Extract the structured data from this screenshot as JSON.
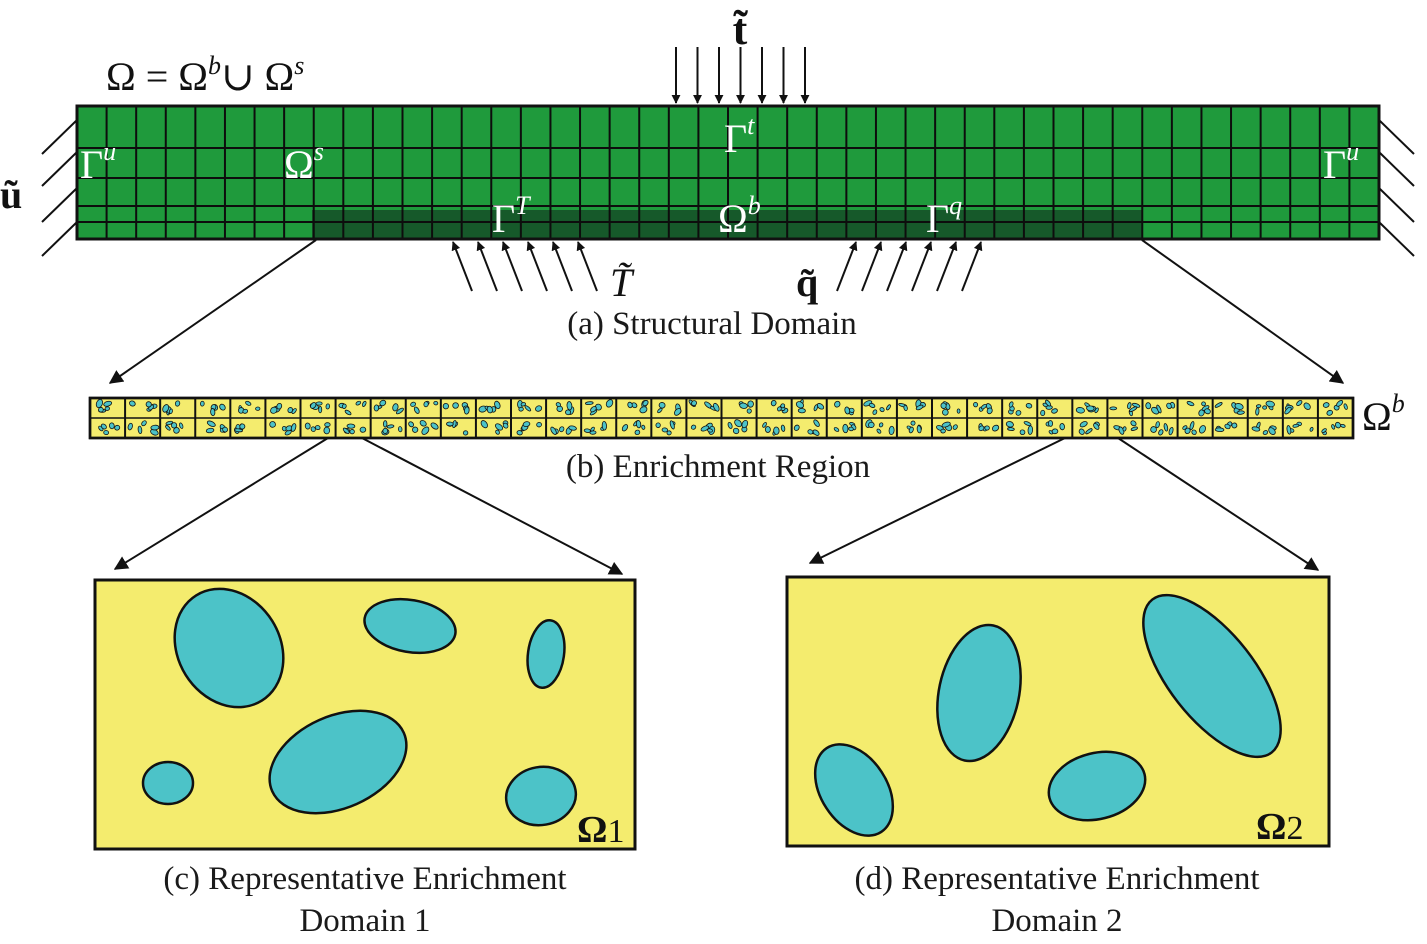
{
  "colors": {
    "beam_green": "#1f9a3c",
    "beam_dark": "#16592a",
    "enrichment_yellow": "#f4ec6e",
    "inclusion_teal": "#4cc3c8",
    "line": "#111111"
  },
  "equation": {
    "lhs": "Ω = Ω",
    "sup1": "b",
    "union": "∪ Ω",
    "sup2": "s"
  },
  "labels": {
    "traction_top": "t̃",
    "displacement": "ũ",
    "gamma_u_left": {
      "base": "Γ",
      "sup": "u"
    },
    "gamma_u_right": {
      "base": "Γ",
      "sup": "u"
    },
    "omega_s": {
      "base": "Ω",
      "sup": "s"
    },
    "gamma_t": {
      "base": "Γ",
      "sup": "t"
    },
    "gamma_T": {
      "base": "Γ",
      "sup": "T"
    },
    "omega_b_beam": {
      "base": "Ω",
      "sup": "b"
    },
    "gamma_q": {
      "base": "Γ",
      "sup": "q"
    },
    "temp_load": "T̃",
    "heat_flux": "q̃",
    "omega_b_strip": {
      "base": "Ω",
      "sup": "b"
    },
    "omega_1": {
      "base": "Ω",
      "sub": "1"
    },
    "omega_2": {
      "base": "Ω",
      "sub": "2"
    }
  },
  "captions": {
    "a": "(a) Structural Domain",
    "b": "(b) Enrichment Region",
    "c_line1": "(c) Representative Enrichment",
    "c_line2": "Domain 1",
    "d_line1": "(d) Representative Enrichment",
    "d_line2": "Domain 2"
  }
}
